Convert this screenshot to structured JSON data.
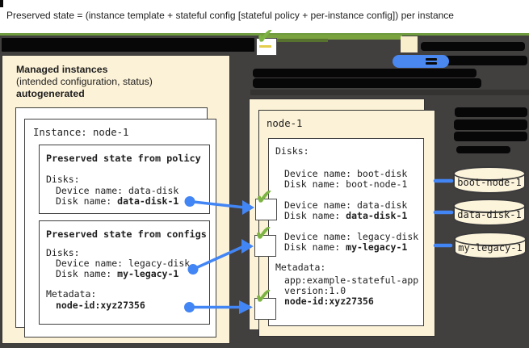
{
  "title": "Preserved state = (instance template + stateful config [stateful policy + per-instance config]) per instance",
  "colors": {
    "background_dark": "#423F3F",
    "panel_cream": "#FCF2D7",
    "accent_green": "#7CB342",
    "accent_blue": "#4285F4",
    "redaction_black": "#070707"
  },
  "icons": {
    "check": "✔"
  },
  "left_panel": {
    "heading_line1": "Managed instances",
    "heading_line2": "(intended configuration, status)",
    "heading_line3": "autogenerated",
    "instance_label": "Instance: node-1",
    "policy_box": {
      "title": "Preserved state from policy",
      "disks_label": "Disks:",
      "device_line": "Device name: data-disk",
      "disk_label": "Disk name: ",
      "disk_value": "data-disk-1"
    },
    "configs_box": {
      "title": "Preserved state from configs",
      "disks_label": "Disks:",
      "device_line": "Device name: legacy-disk",
      "disk_label": "Disk name: ",
      "disk_value": "my-legacy-1",
      "metadata_label": "Metadata:",
      "metadata_value": "node-id:xyz27356"
    }
  },
  "right_panel": {
    "name": "node-1",
    "disks_label": "Disks:",
    "entries": [
      {
        "device_line": "Device name: boot-disk",
        "disk_label": "Disk name: ",
        "disk_value": "boot-node-1"
      },
      {
        "device_line": "Device name: data-disk",
        "disk_label": "Disk name: ",
        "disk_value": "data-disk-1"
      },
      {
        "device_line": "Device name: legacy-disk",
        "disk_label": "Disk name: ",
        "disk_value": "my-legacy-1"
      }
    ],
    "metadata_label": "Metadata:",
    "metadata_line1": "app:example-stateful-app",
    "metadata_line2": "version:1.0",
    "metadata_bold_line": "node-id:xyz27356"
  },
  "disk_cylinders": [
    {
      "label": "boot-node-1"
    },
    {
      "label": "data-disk-1"
    },
    {
      "label": "my-legacy-1"
    }
  ]
}
